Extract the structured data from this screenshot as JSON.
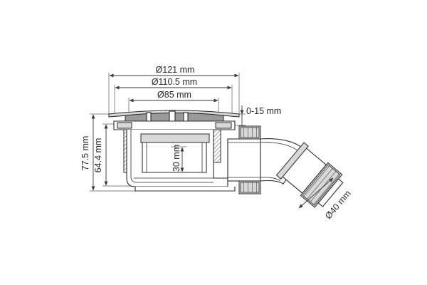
{
  "drawing": {
    "labels": {
      "outer_diameter": "Ø121 mm",
      "rim_diameter": "Ø110.5 mm",
      "grate_diameter": "Ø85 mm",
      "adjust_range": "0-15 mm",
      "total_height": "77.5 mm",
      "body_height": "64.4 mm",
      "water_seal": "30 mm",
      "outlet_diameter": "Ø40 mm"
    },
    "colors": {
      "line": "#2b2b2b",
      "metal_fill": "#d8d8d8",
      "dark_fill": "#9a9a9a"
    }
  }
}
